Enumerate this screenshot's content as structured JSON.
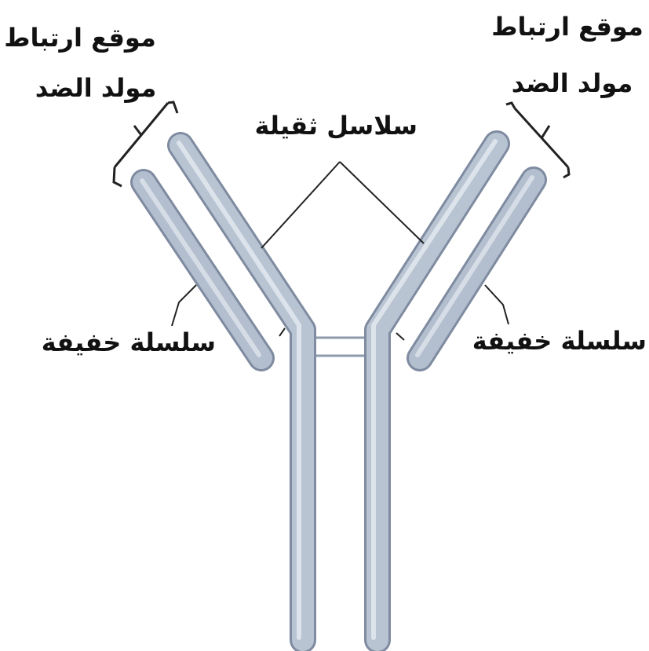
{
  "labels": {
    "binding_site_left_line1": "موقع ارتباط",
    "binding_site_left_line2": "مولد الضد",
    "binding_site_right_line1": "موقع ارتباط",
    "binding_site_right_line2": "مولد الضد",
    "heavy_chains": "سلاسل ثقيلة",
    "light_chain_left": "سلسلة خفيفة",
    "light_chain_right": "سلسلة خفيفة"
  },
  "colors": {
    "chain_fill": "#b9c4d3",
    "chain_edge": "#8e9aac",
    "chain_highlight": "#e8edf3",
    "light_chain_fill": "#aeb9c9",
    "leader_line": "#222222",
    "text": "#111111"
  }
}
